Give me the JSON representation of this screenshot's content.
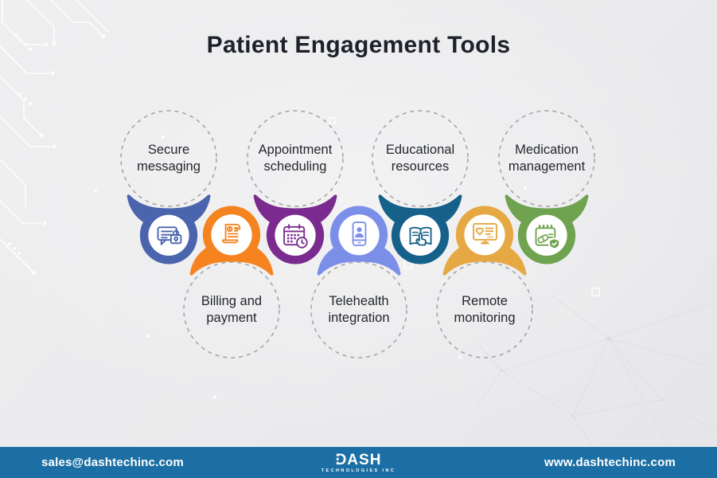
{
  "title": "Patient Engagement Tools",
  "items": [
    {
      "label": "Secure messaging",
      "color": "#4A64AE",
      "icon": "secure-messaging-icon",
      "row": "top"
    },
    {
      "label": "Billing and payment",
      "color": "#F5831F",
      "icon": "billing-payment-icon",
      "row": "bottom"
    },
    {
      "label": "Appointment scheduling",
      "color": "#7B2B8F",
      "icon": "appointment-scheduling-icon",
      "row": "top"
    },
    {
      "label": "Telehealth integration",
      "color": "#7B8FE9",
      "icon": "telehealth-integration-icon",
      "row": "bottom"
    },
    {
      "label": "Educational resources",
      "color": "#15618A",
      "icon": "educational-resources-icon",
      "row": "top"
    },
    {
      "label": "Remote monitoring",
      "color": "#E5A843",
      "icon": "remote-monitoring-icon",
      "row": "bottom"
    },
    {
      "label": "Medication management",
      "color": "#70A350",
      "icon": "medication-management-icon",
      "row": "top"
    }
  ],
  "footer": {
    "email": "sales@dashtechinc.com",
    "logo_text": "DASH",
    "logo_subtext": "TECHNOLOGIES INC",
    "website": "www.dashtechinc.com",
    "bg_color": "#1C6FA4"
  }
}
